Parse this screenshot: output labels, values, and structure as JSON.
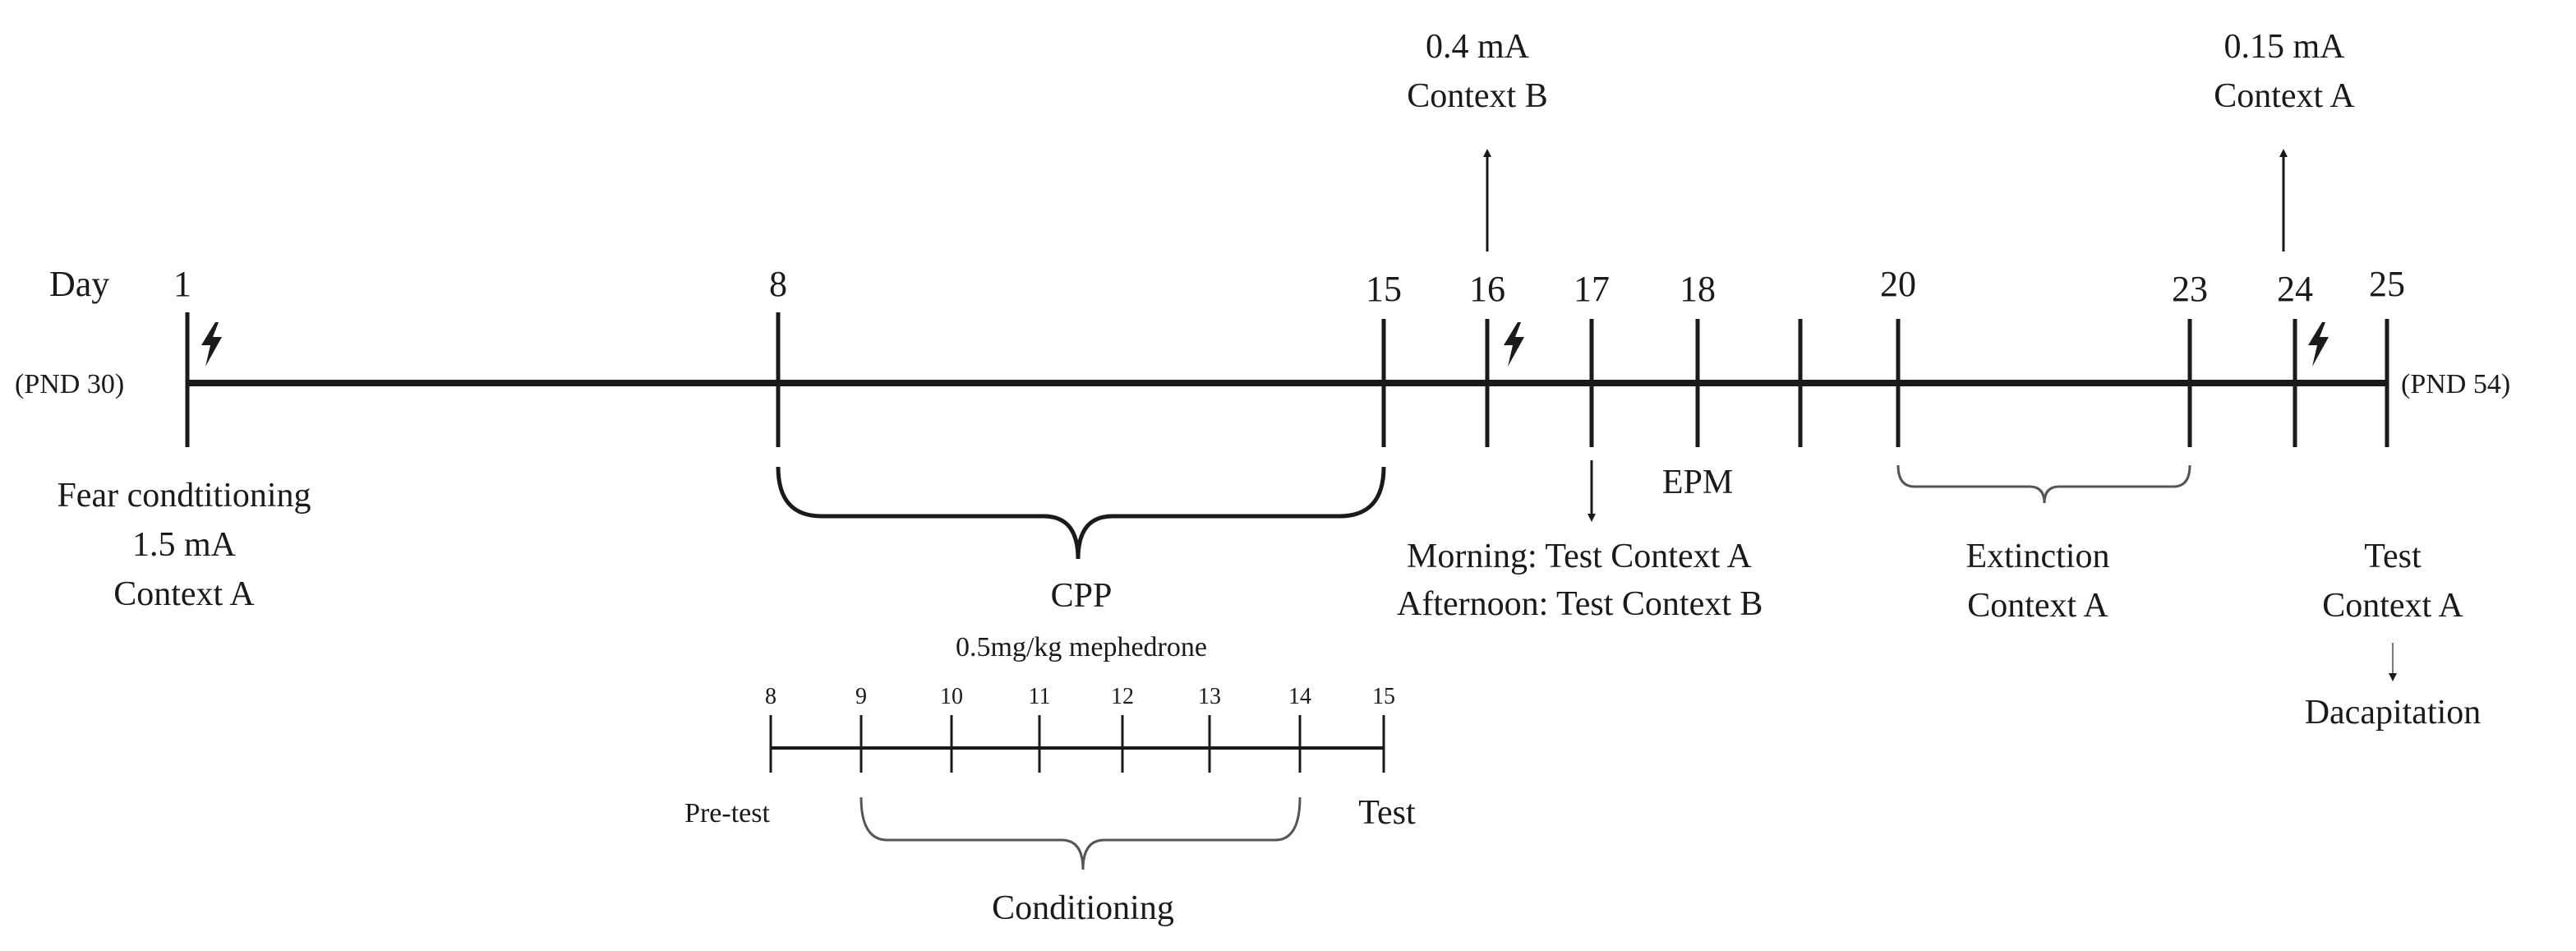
{
  "timeline": {
    "day_label": "Day",
    "start_note": "(PND 30)",
    "end_note": "(PND 54)",
    "days": [
      "1",
      "8",
      "15",
      "16",
      "17",
      "18",
      "20",
      "23",
      "24",
      "25"
    ]
  },
  "events": {
    "fear_conditioning": [
      "Fear condtitioning",
      "1.5 mA",
      "Context A"
    ],
    "shock_day16": [
      "0.4 mA",
      "Context B"
    ],
    "shock_day24": [
      "0.15 mA",
      "Context A"
    ],
    "cpp": [
      "CPP",
      "0.5mg/kg mephedrone"
    ],
    "test_day17": [
      "Morning:  Test Context A",
      "Afternoon:  Test Context B"
    ],
    "epm": "EPM",
    "extinction": [
      "Extinction",
      "Context A"
    ],
    "final_test": [
      "Test",
      "Context A"
    ],
    "final_step": "Dacapitation"
  },
  "cpp_timeline": {
    "days": [
      "8",
      "9",
      "10",
      "11",
      "12",
      "13",
      "14",
      "15"
    ],
    "pre_test": "Pre-test",
    "test": "Test",
    "conditioning": "Conditioning"
  },
  "colors": {
    "ink": "#1a1a1a",
    "bracket": "#555555"
  }
}
